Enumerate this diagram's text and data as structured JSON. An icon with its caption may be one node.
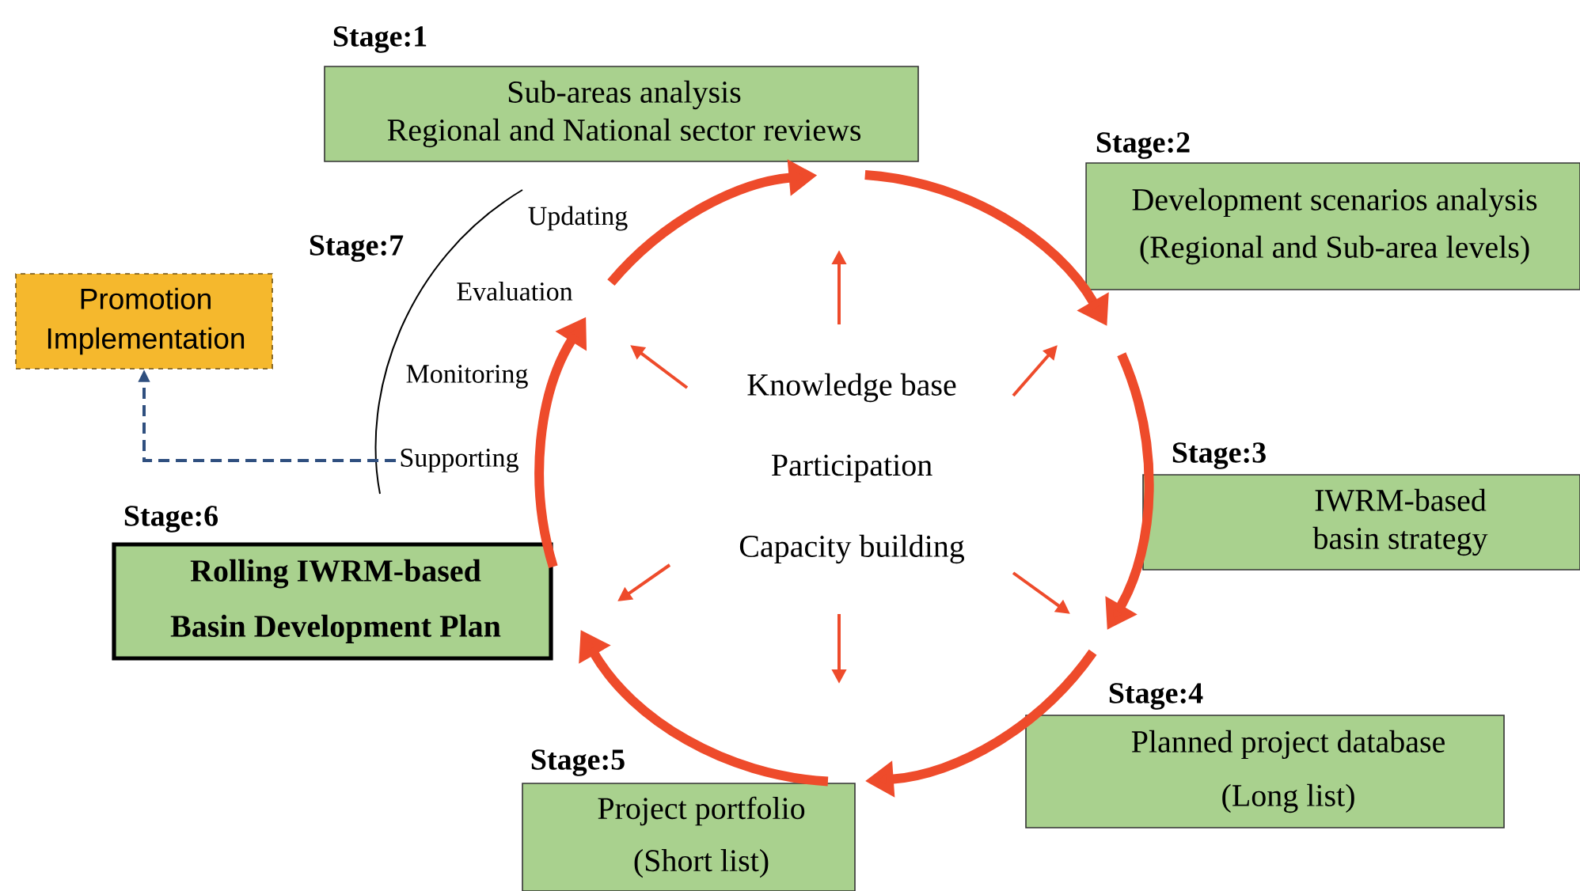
{
  "diagram": {
    "nodes": [
      {
        "text": [
          "Stage:1",
          "Sub-areas analysis Regional and National sector reviews"
        ]
      },
      {
        "text": [
          "Stage:2",
          "Development scenarios analysis (Regional and Sub-area levels)"
        ]
      },
      {
        "text": [
          "Stage:3",
          "IWRM-based basin strategy"
        ]
      },
      {
        "text": [
          "Stage:4",
          "Planned project database (Long list)"
        ]
      },
      {
        "text": [
          "Stage:5",
          "Project portfolio (Short list)"
        ]
      },
      {
        "text": [
          "Stage:6",
          "Rolling IWRM-based Basin Development Plan"
        ]
      },
      {
        "text": [
          "Promotion Implementation"
        ]
      },
      {
        "text": [
          "Supporting"
        ]
      }
    ],
    "edges": [
      {
        "from": null,
        "to": 0,
        "arrow": "to"
      },
      {
        "from": 0,
        "to": 1,
        "arrow": "to"
      },
      {
        "from": 1,
        "to": 2,
        "arrow": "to"
      },
      {
        "from": 3,
        "to": 4,
        "arrow": "to"
      },
      {
        "from": 4,
        "to": 5,
        "arrow": "to"
      },
      {
        "from": 5,
        "to": null,
        "arrow": "to"
      },
      {
        "from": 7,
        "to": 6,
        "arrow": "to",
        "style": "dashed",
        "color": "#2f4f7f"
      }
    ],
    "labels": [
      "Stage:7",
      "Updating",
      "Evaluation",
      "Monitoring",
      "Knowledge base",
      "Participation",
      "Capacity building"
    ]
  }
}
